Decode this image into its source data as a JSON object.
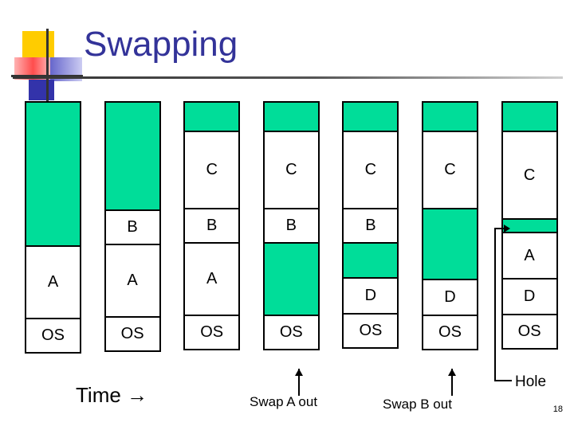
{
  "slide": {
    "title": "Swapping",
    "page_number": "18",
    "title_color": "#333399",
    "memory_free_color": "#00dd99",
    "block_border_color": "#000000"
  },
  "logo": {
    "yellow": "#ffcc00",
    "red": "#ff4d4d",
    "blue": "#3333aa",
    "line": "#333333"
  },
  "diagram": {
    "column_count": 7,
    "columns": [
      {
        "name": "t1",
        "blocks": [
          {
            "label": "",
            "free": true,
            "height": 185
          },
          {
            "label": "A",
            "free": false,
            "height": 93
          },
          {
            "label": "OS",
            "free": false,
            "height": 45
          }
        ]
      },
      {
        "name": "t2",
        "blocks": [
          {
            "label": "",
            "free": true,
            "height": 140
          },
          {
            "label": "B",
            "free": false,
            "height": 45
          },
          {
            "label": "A",
            "free": false,
            "height": 93
          },
          {
            "label": "OS",
            "free": false,
            "height": 45
          }
        ]
      },
      {
        "name": "t3",
        "blocks": [
          {
            "label": "",
            "free": true,
            "height": 41
          },
          {
            "label": "C",
            "free": false,
            "height": 99
          },
          {
            "label": "B",
            "free": false,
            "height": 45
          },
          {
            "label": "A",
            "free": false,
            "height": 93
          },
          {
            "label": "OS",
            "free": false,
            "height": 45
          }
        ]
      },
      {
        "name": "t4",
        "blocks": [
          {
            "label": "",
            "free": true,
            "height": 41
          },
          {
            "label": "C",
            "free": false,
            "height": 99
          },
          {
            "label": "B",
            "free": false,
            "height": 45
          },
          {
            "label": "",
            "free": true,
            "height": 93
          },
          {
            "label": "OS",
            "free": false,
            "height": 45
          }
        ]
      },
      {
        "name": "t5",
        "blocks": [
          {
            "label": "",
            "free": true,
            "height": 41
          },
          {
            "label": "C",
            "free": false,
            "height": 99
          },
          {
            "label": "B",
            "free": false,
            "height": 45
          },
          {
            "label": "",
            "free": true,
            "height": 46
          },
          {
            "label": "D",
            "free": false,
            "height": 47
          },
          {
            "label": "OS",
            "free": false,
            "height": 45
          }
        ]
      },
      {
        "name": "t6",
        "blocks": [
          {
            "label": "",
            "free": true,
            "height": 41
          },
          {
            "label": "C",
            "free": false,
            "height": 99
          },
          {
            "label": "",
            "free": true,
            "height": 91
          },
          {
            "label": "D",
            "free": false,
            "height": 47
          },
          {
            "label": "OS",
            "free": false,
            "height": 45
          }
        ]
      },
      {
        "name": "t7",
        "blocks": [
          {
            "label": "",
            "free": true,
            "height": 41
          },
          {
            "label": "C",
            "free": false,
            "height": 112
          },
          {
            "label": "",
            "free": true,
            "height": 19
          },
          {
            "label": "A",
            "free": false,
            "height": 60
          },
          {
            "label": "D",
            "free": false,
            "height": 47
          },
          {
            "label": "OS",
            "free": false,
            "height": 45
          }
        ]
      }
    ]
  },
  "annotations": {
    "time": "Time →",
    "swap_a_out": "Swap A out",
    "swap_b_out": "Swap B out",
    "hole": "Hole"
  }
}
